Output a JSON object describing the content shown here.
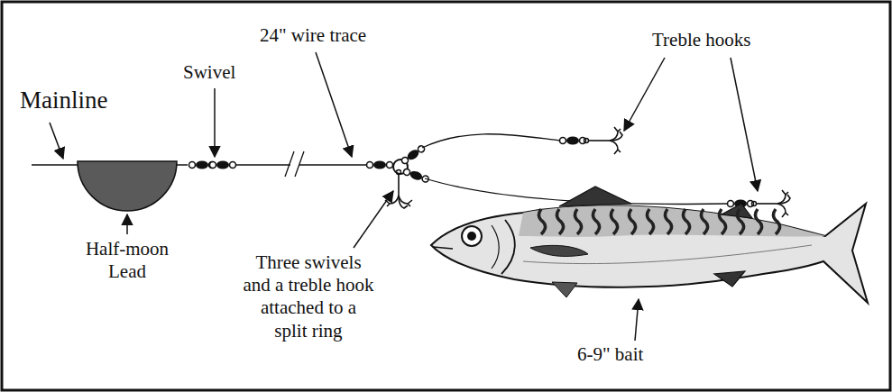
{
  "diagram": {
    "labels": [
      "Mainline",
      "Swivel",
      "24\" wire trace",
      "Treble hooks",
      "Half-moon Lead",
      "Three swivels and a treble hook attached to a split ring",
      "6-9\" bait"
    ]
  }
}
